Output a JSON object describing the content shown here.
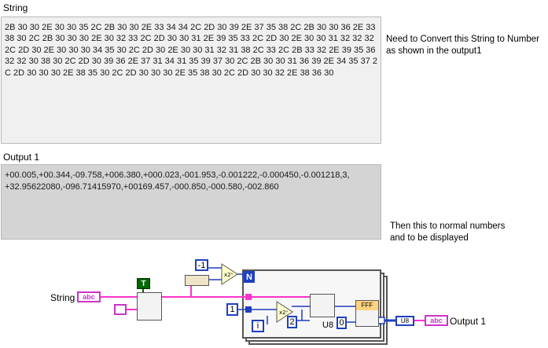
{
  "string_label": "String",
  "string_value": "2B 30 30 2E 30 30 35 2C 2B 30 30 2E 33 34 34 2C 2D 30 39 2E 37 35 38 2C 2B 30 30 36 2E 33 38 30 2C 2B 30 30 30 2E 30 32 33 2C 2D 30 30 31 2E 39 35 33 2C 2D 30 2E 30 30 31 32 32 32 2C 2D 30 2E 30 30 30 34 35 30 2C 2D 30 2E 30 30 31 32 31 38 2C 33 2C 2B 33 32 2E 39 35 36 32 32 30 38 30 2C 2D 30 39 36 2E 37 31 34 31 35 39 37 30 2C 2B 30 30 31 36 39 2E 34 35 37 2C 2D 30 30 30 2E 38 35 30 2C 2D 30 30 30 2E 35 38 30 2C 2D 30 30 32 2E 38 36 30",
  "output_label": "Output 1",
  "output_value": "+00.005,+00.344,-09.758,+006.380,+000.023,-001.953,-0.001222,-0.000450,-0.001218,3,\n+32.95622080,-096.71415970,+00169.457,-000.850,-000.580,-002.860",
  "note1_line1": "Need to Convert this String to Number",
  "note1_line2": "as shown in the output1",
  "note2_line1": "Then this to normal numbers",
  "note2_line2": "and to be displayed",
  "diagram": {
    "string_terminal_label": "String",
    "string_terminal_icon": "abc",
    "output_terminal_label": "Output 1",
    "output_terminal_icon": "abc",
    "true_const": "T",
    "minus_one_const": "-1",
    "one_const": "1",
    "two_const": "2",
    "zero_const": "0",
    "loop_count": "N",
    "loop_index": "i",
    "u8_label": "U8",
    "u8_array": "U8",
    "fff_label": "FFF",
    "colors": {
      "string_wire": "#ff33cc",
      "numeric": "#1e3fbf",
      "boolean": "#006600"
    }
  }
}
